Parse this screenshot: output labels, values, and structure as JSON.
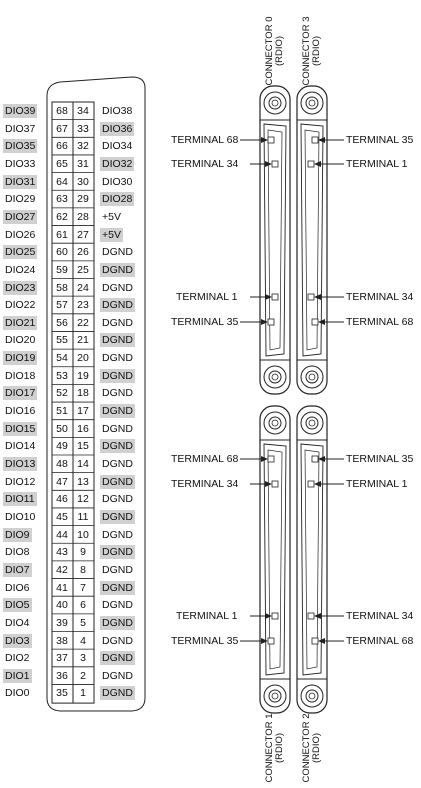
{
  "pinout": {
    "rows": [
      {
        "left": "DIO39",
        "pin_a": "68",
        "pin_b": "34",
        "right": "DIO38",
        "left_shaded": true,
        "right_shaded": false
      },
      {
        "left": "DIO37",
        "pin_a": "67",
        "pin_b": "33",
        "right": "DIO36",
        "left_shaded": false,
        "right_shaded": true
      },
      {
        "left": "DIO35",
        "pin_a": "66",
        "pin_b": "32",
        "right": "DIO34",
        "left_shaded": true,
        "right_shaded": false
      },
      {
        "left": "DIO33",
        "pin_a": "65",
        "pin_b": "31",
        "right": "DIO32",
        "left_shaded": false,
        "right_shaded": true
      },
      {
        "left": "DIO31",
        "pin_a": "64",
        "pin_b": "30",
        "right": "DIO30",
        "left_shaded": true,
        "right_shaded": false
      },
      {
        "left": "DIO29",
        "pin_a": "63",
        "pin_b": "29",
        "right": "DIO28",
        "left_shaded": false,
        "right_shaded": true
      },
      {
        "left": "DIO27",
        "pin_a": "62",
        "pin_b": "28",
        "right": "+5V",
        "left_shaded": true,
        "right_shaded": false
      },
      {
        "left": "DIO26",
        "pin_a": "61",
        "pin_b": "27",
        "right": "+5V",
        "left_shaded": false,
        "right_shaded": true
      },
      {
        "left": "DIO25",
        "pin_a": "60",
        "pin_b": "26",
        "right": "DGND",
        "left_shaded": true,
        "right_shaded": false
      },
      {
        "left": "DIO24",
        "pin_a": "59",
        "pin_b": "25",
        "right": "DGND",
        "left_shaded": false,
        "right_shaded": true
      },
      {
        "left": "DIO23",
        "pin_a": "58",
        "pin_b": "24",
        "right": "DGND",
        "left_shaded": true,
        "right_shaded": false
      },
      {
        "left": "DIO22",
        "pin_a": "57",
        "pin_b": "23",
        "right": "DGND",
        "left_shaded": false,
        "right_shaded": true
      },
      {
        "left": "DIO21",
        "pin_a": "56",
        "pin_b": "22",
        "right": "DGND",
        "left_shaded": true,
        "right_shaded": false
      },
      {
        "left": "DIO20",
        "pin_a": "55",
        "pin_b": "21",
        "right": "DGND",
        "left_shaded": false,
        "right_shaded": true
      },
      {
        "left": "DIO19",
        "pin_a": "54",
        "pin_b": "20",
        "right": "DGND",
        "left_shaded": true,
        "right_shaded": false
      },
      {
        "left": "DIO18",
        "pin_a": "53",
        "pin_b": "19",
        "right": "DGND",
        "left_shaded": false,
        "right_shaded": true
      },
      {
        "left": "DIO17",
        "pin_a": "52",
        "pin_b": "18",
        "right": "DGND",
        "left_shaded": true,
        "right_shaded": false
      },
      {
        "left": "DIO16",
        "pin_a": "51",
        "pin_b": "17",
        "right": "DGND",
        "left_shaded": false,
        "right_shaded": true
      },
      {
        "left": "DIO15",
        "pin_a": "50",
        "pin_b": "16",
        "right": "DGND",
        "left_shaded": true,
        "right_shaded": false
      },
      {
        "left": "DIO14",
        "pin_a": "49",
        "pin_b": "15",
        "right": "DGND",
        "left_shaded": false,
        "right_shaded": true
      },
      {
        "left": "DIO13",
        "pin_a": "48",
        "pin_b": "14",
        "right": "DGND",
        "left_shaded": true,
        "right_shaded": false
      },
      {
        "left": "DIO12",
        "pin_a": "47",
        "pin_b": "13",
        "right": "DGND",
        "left_shaded": false,
        "right_shaded": true
      },
      {
        "left": "DIO11",
        "pin_a": "46",
        "pin_b": "12",
        "right": "DGND",
        "left_shaded": true,
        "right_shaded": false
      },
      {
        "left": "DIO10",
        "pin_a": "45",
        "pin_b": "11",
        "right": "DGND",
        "left_shaded": false,
        "right_shaded": true
      },
      {
        "left": "DIO9",
        "pin_a": "44",
        "pin_b": "10",
        "right": "DGND",
        "left_shaded": true,
        "right_shaded": false
      },
      {
        "left": "DIO8",
        "pin_a": "43",
        "pin_b": "9",
        "right": "DGND",
        "left_shaded": false,
        "right_shaded": true
      },
      {
        "left": "DIO7",
        "pin_a": "42",
        "pin_b": "8",
        "right": "DGND",
        "left_shaded": true,
        "right_shaded": false
      },
      {
        "left": "DIO6",
        "pin_a": "41",
        "pin_b": "7",
        "right": "DGND",
        "left_shaded": false,
        "right_shaded": true
      },
      {
        "left": "DIO5",
        "pin_a": "40",
        "pin_b": "6",
        "right": "DGND",
        "left_shaded": true,
        "right_shaded": false
      },
      {
        "left": "DIO4",
        "pin_a": "39",
        "pin_b": "5",
        "right": "DGND",
        "left_shaded": false,
        "right_shaded": true
      },
      {
        "left": "DIO3",
        "pin_a": "38",
        "pin_b": "4",
        "right": "DGND",
        "left_shaded": true,
        "right_shaded": false
      },
      {
        "left": "DIO2",
        "pin_a": "37",
        "pin_b": "3",
        "right": "DGND",
        "left_shaded": false,
        "right_shaded": true
      },
      {
        "left": "DIO1",
        "pin_a": "36",
        "pin_b": "2",
        "right": "DGND",
        "left_shaded": true,
        "right_shaded": false
      },
      {
        "left": "DIO0",
        "pin_a": "35",
        "pin_b": "1",
        "right": "DGND",
        "left_shaded": false,
        "right_shaded": true
      }
    ]
  },
  "connectors": {
    "top_left": {
      "name": "CONNECTOR 0",
      "sub": "(RDIO)"
    },
    "top_right": {
      "name": "CONNECTOR 3",
      "sub": "(RDIO)"
    },
    "bottom_left": {
      "name": "CONNECTOR 1",
      "sub": "(RDIO)"
    },
    "bottom_right": {
      "name": "CONNECTOR 2",
      "sub": "(RDIO)"
    }
  },
  "terminals": {
    "top": {
      "left_upper_a": "TERMINAL 68",
      "left_upper_b": "TERMINAL 34",
      "left_lower_a": "TERMINAL 1",
      "left_lower_b": "TERMINAL 35",
      "right_upper_a": "TERMINAL 35",
      "right_upper_b": "TERMINAL 1",
      "right_lower_a": "TERMINAL 34",
      "right_lower_b": "TERMINAL 68"
    },
    "bottom": {
      "left_upper_a": "TERMINAL 68",
      "left_upper_b": "TERMINAL 34",
      "left_lower_a": "TERMINAL 1",
      "left_lower_b": "TERMINAL 35",
      "right_upper_a": "TERMINAL 35",
      "right_upper_b": "TERMINAL 1",
      "right_lower_a": "TERMINAL 34",
      "right_lower_b": "TERMINAL 68"
    }
  },
  "colors": {
    "shade": "#d0d0d0",
    "line": "#222222"
  }
}
